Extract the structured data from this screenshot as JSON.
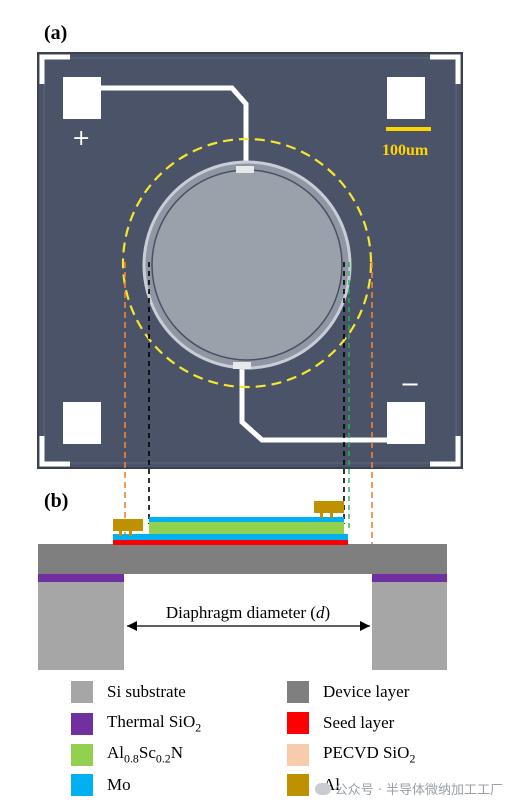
{
  "panels": {
    "a_label": "(a)",
    "b_label": "(b)"
  },
  "photo": {
    "plus_sign": "+",
    "minus_sign": "−",
    "scale_bar_text": "100um"
  },
  "cross_section": {
    "dimension_text": "Diaphragm diameter (",
    "dimension_var": "d",
    "dimension_close": ")"
  },
  "legend": [
    {
      "id": "si-substrate",
      "label": "Si substrate",
      "color": "#a6a6a6"
    },
    {
      "id": "device-layer",
      "label": "Device layer",
      "color": "#7f7f7f"
    },
    {
      "id": "thermal-sio2",
      "label": "Thermal SiO",
      "sub": "2",
      "color": "#7030a0"
    },
    {
      "id": "seed-layer",
      "label": "Seed layer",
      "color": "#ff0000"
    },
    {
      "id": "alscn",
      "label": "Al",
      "sub": "0.8",
      "mid": "Sc",
      "sub2": "0.2",
      "tail": "N",
      "color": "#92d050"
    },
    {
      "id": "pecvd-sio2",
      "label": "PECVD SiO",
      "sub": "2",
      "color": "#f8cbad"
    },
    {
      "id": "mo",
      "label": "Mo",
      "color": "#00b0f0"
    },
    {
      "id": "al",
      "label": "Al",
      "color": "#bf9000"
    }
  ],
  "watermark": "公众号 · 半导体微纳加工工厂",
  "colors": {
    "die": "#4a5266",
    "dashed_circle": "#f5e62e",
    "scale_bar": "#ffd500",
    "orange_dash": "#f0813a",
    "black_dash": "#000000",
    "green_dash": "#2bb24c"
  }
}
